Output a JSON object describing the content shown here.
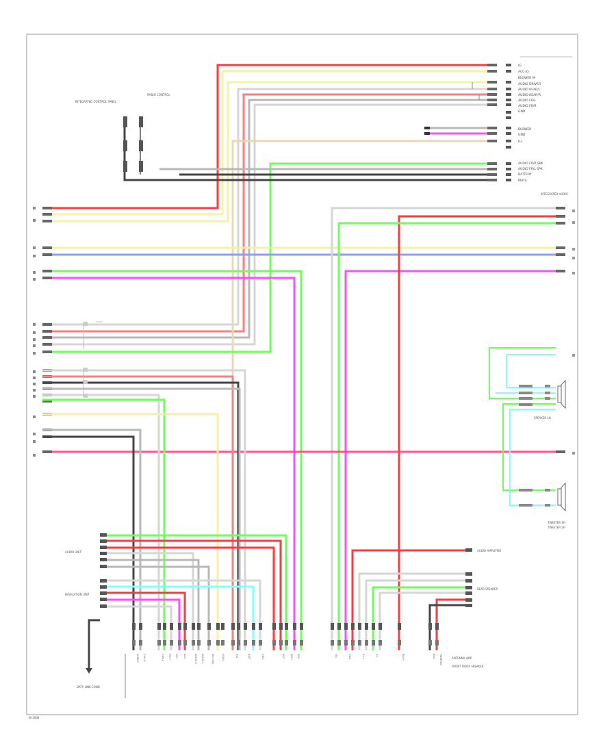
{
  "diagram": {
    "page_number": "W-2008",
    "top_right_labels": [
      "IG",
      "ACC-IG",
      "BLOWER M",
      "AUDIO DRIVER",
      "AUDIO REAR/L",
      "AUDIO REAR/R",
      "AUDIO FR/L",
      "AUDIO FR/R",
      "GND",
      "BLOWER",
      "GND",
      "ILL",
      "AUDIO FR/R SPK",
      "AUDIO FR/L SPK",
      "BATTERY",
      "MUTE"
    ],
    "top_left_labels": [
      "INTEGRATED CONTROL PANEL",
      "RADIO CONTROL"
    ],
    "right_labels": [
      "INTEGRATED AUDIO",
      "SPEAKER LH",
      "TWEETER RH",
      "TWEETER LH"
    ],
    "lower_left_labels": [
      "AUDIO UNIT",
      "NAVIGATION UNIT",
      "DATA LINK CONN"
    ],
    "lower_right_labels": [
      "AUDIO AMPLIFIER",
      "REAR SPEAKER",
      "ANTENNA AMP",
      "FRONT DOOR SPEAKER"
    ],
    "bottom_labels": [
      "SHIELD",
      "CAN-H",
      "CAN-L",
      "MIC+",
      "MIC-",
      "AUX",
      "AUDIO R",
      "AUDIO L",
      "SIG GND",
      "VIDEO",
      "IGN",
      "BATT",
      "GND",
      "ANT",
      "SPK+",
      "SPK-",
      "TEL",
      "GND",
      "ILL+",
      "ILL-",
      "BUS+",
      "BUS-",
      "TWEETER"
    ],
    "wire_colors": {
      "red": "#ff3b3b",
      "pink": "#ff7e7e",
      "yellow": "#f5f1a6",
      "tan": "#e9d8b0",
      "gray": "#b8b8b8",
      "dark": "#444444",
      "green": "#6dff5a",
      "magenta": "#ff4dff",
      "blue": "#8e9bff",
      "cyan": "#7fffff",
      "lightgray": "#d6d6d6"
    }
  }
}
